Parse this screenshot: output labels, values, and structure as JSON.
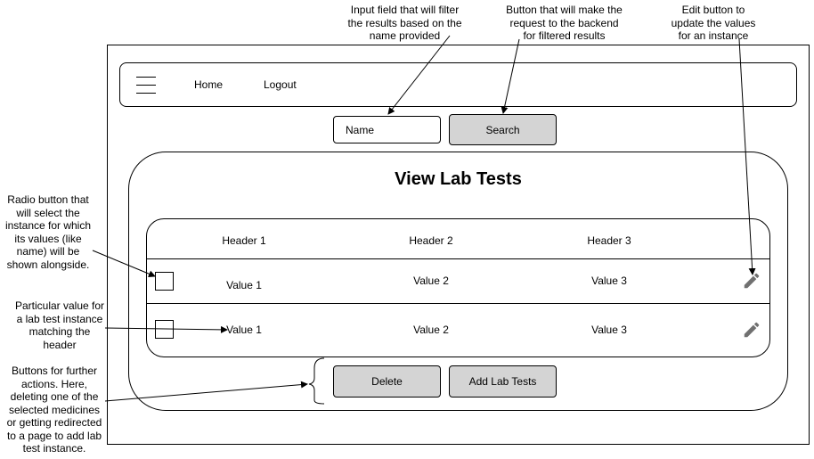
{
  "navbar": {
    "menu_icon": "hamburger-menu-icon",
    "home_label": "Home",
    "logout_label": "Logout"
  },
  "search": {
    "placeholder": "Name",
    "button_label": "Search"
  },
  "card": {
    "title": "View Lab Tests"
  },
  "table": {
    "headers": [
      "Header 1",
      "Header 2",
      "Header 3"
    ],
    "rows": [
      [
        "Value 1",
        "Value 2",
        "Value 3"
      ],
      [
        "Value 1",
        "Value 2",
        "Value 3"
      ]
    ],
    "row_select_icon": "checkbox-icon",
    "row_edit_icon": "pencil-icon"
  },
  "actions": {
    "delete_label": "Delete",
    "add_label": "Add Lab Tests"
  },
  "annotations": {
    "input_note": [
      "Input field that will filter",
      "the results based on the",
      "name provided"
    ],
    "search_note": [
      "Button that will make the",
      "request to the backend",
      "for filtered results"
    ],
    "edit_note": [
      "Edit button to",
      "update the values",
      "for an instance"
    ],
    "radio_note": [
      "Radio button that",
      "will select the",
      "instance for which",
      "its values (like",
      "name) will be",
      "shown alongside."
    ],
    "value_note": [
      "Particular value for",
      "a lab test instance",
      "matching the",
      "header"
    ],
    "actions_note": [
      "Buttons for further",
      "actions. Here,",
      "deleting one of the",
      "selected medicines",
      "or getting redirected",
      "to a page to add lab",
      "test instance."
    ]
  },
  "colors": {
    "button_fill": "#d4d4d4",
    "icon_gray": "#707070",
    "stroke": "#000000"
  }
}
